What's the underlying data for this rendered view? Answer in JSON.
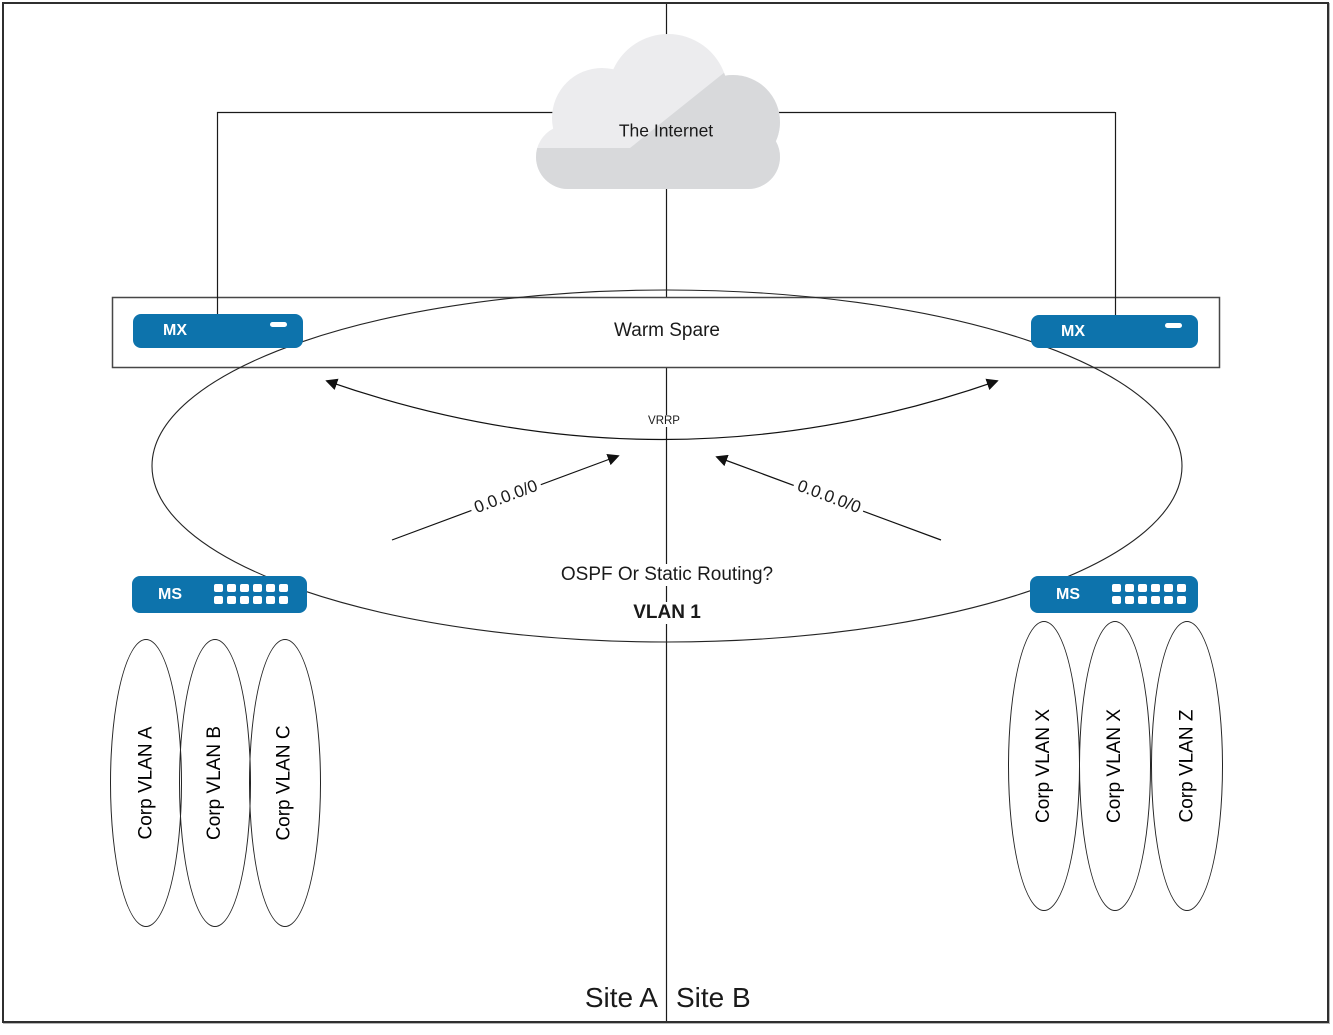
{
  "internet": {
    "label": "The Internet"
  },
  "warm_spare": {
    "label": "Warm Spare"
  },
  "vrrp": {
    "label": "VRRP"
  },
  "routes": {
    "left_label": "0.0.0.0/0",
    "right_label": "0.0.0.0/0"
  },
  "core": {
    "routing_question": "OSPF Or Static Routing?",
    "vlan_label": "VLAN 1"
  },
  "devices": {
    "mx_left": "MX",
    "mx_right": "MX",
    "ms_left": "MS",
    "ms_right": "MS"
  },
  "site_a": {
    "label": "Site A",
    "vlans": [
      "Corp VLAN A",
      "Corp VLAN B",
      "Corp VLAN C"
    ]
  },
  "site_b": {
    "label": "Site B",
    "vlans": [
      "Corp VLAN X",
      "Corp VLAN X",
      "Corp VLAN Z"
    ]
  },
  "colors": {
    "device_blue": "#0d73ac",
    "cloud_light": "#ececee",
    "cloud_dark": "#d8d9db",
    "line": "#1a1a1a"
  }
}
